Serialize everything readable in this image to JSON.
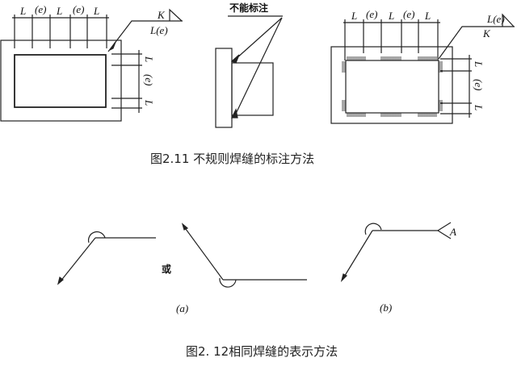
{
  "figure_2_11": {
    "caption": "图2.11 不规则焊缝的标注方法",
    "dim_labels": [
      "L",
      "(e)",
      "L",
      "(e)",
      "L"
    ],
    "left_symbol": {
      "top": "K",
      "bottom": "L(e)"
    },
    "right_symbol": {
      "top": "L(e)",
      "bottom": "K"
    },
    "middle_note": "不能标注"
  },
  "figure_2_12": {
    "caption": "图2. 12相同焊缝的表示方法",
    "or_label": "或",
    "sub_a": "(a)",
    "sub_b": "(b)",
    "tail_label": "A"
  }
}
